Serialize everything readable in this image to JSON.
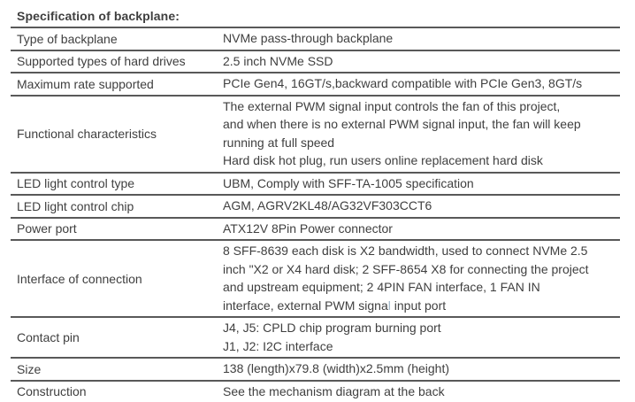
{
  "page": {
    "background": "#ffffff",
    "text_color": "#3f3f3f",
    "border_color": "#595959",
    "light_char_color": "#9fb6c9"
  },
  "title": "Specification of backplane:",
  "table": {
    "rows": [
      {
        "label": "Type of backplane",
        "value_lines": [
          "NVMe pass-through backplane"
        ]
      },
      {
        "label": "Supported types of hard drives",
        "value_lines": [
          "2.5 inch NVMe SSD"
        ]
      },
      {
        "label": "Maximum rate supported",
        "value_lines": [
          "PCIe Gen4, 16GT/s,backward compatible with PCIe Gen3, 8GT/s"
        ]
      },
      {
        "label": "Functional characteristics",
        "value_lines": [
          "The external PWM signal input controls the fan of this project,",
          "and when there is no external PWM signal input, the fan will keep",
          "running at full speed",
          "Hard disk hot plug, run users online replacement hard disk"
        ]
      },
      {
        "label": "LED light control type",
        "value_lines": [
          "UBM, Comply with SFF-TA-1005 specification"
        ]
      },
      {
        "label": "LED light control chip",
        "value_lines": [
          "AGM, AGRV2KL48/AG32VF303CCT6"
        ]
      },
      {
        "label": "Power port",
        "value_lines": [
          "ATX12V 8Pin Power connector"
        ]
      },
      {
        "label": "Interface of connection",
        "value_lines": [
          "8 SFF-8639 each disk is X2 bandwidth, used to connect NVMe 2.5",
          "inch \"X2 or X4 hard disk; 2 SFF-8654 X8 for connecting the project",
          "and upstream equipment; 2 4PIN FAN interface, 1 FAN IN",
          {
            "parts": [
              {
                "text": "interface, external PWM signa"
              },
              {
                "text": "l",
                "light": true
              },
              {
                "text": " input port"
              }
            ]
          }
        ]
      },
      {
        "label": "Contact pin",
        "value_lines": [
          "J4, J5: CPLD chip program burning port",
          "J1, J2: I2C interface"
        ]
      },
      {
        "label": "Size",
        "value_lines": [
          "138 (length)x79.8 (width)x2.5mm (height)"
        ]
      },
      {
        "label": "Construction",
        "value_lines": [
          "See the mechanism diagram at the back"
        ]
      }
    ]
  }
}
